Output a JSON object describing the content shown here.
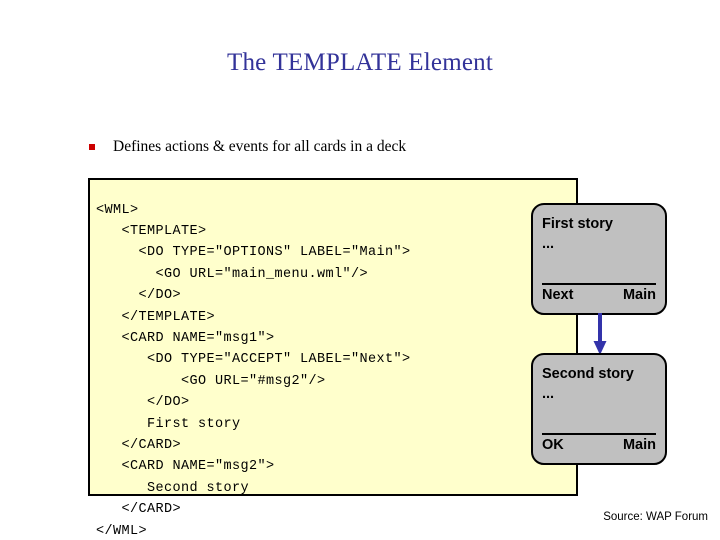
{
  "slide": {
    "title": "The TEMPLATE Element",
    "title_color": "#333399",
    "background_color": "#ffffff"
  },
  "bullet": {
    "marker": "square-bullet",
    "marker_color": "#cc0000",
    "text": "Defines actions & events for all cards in a deck"
  },
  "code_block": {
    "background_color": "#ffffcc",
    "border_color": "#000000",
    "language": "WML",
    "text": "<WML>\n   <TEMPLATE>\n     <DO TYPE=\"OPTIONS\" LABEL=\"Main\">\n       <GO URL=\"main_menu.wml\"/>\n     </DO>\n   </TEMPLATE>\n   <CARD NAME=\"msg1\">\n      <DO TYPE=\"ACCEPT\" LABEL=\"Next\">\n          <GO URL=\"#msg2\"/>\n      </DO>\n      First story\n   </CARD>\n   <CARD NAME=\"msg2\">\n      Second story\n   </CARD>\n</WML>",
    "lines": [
      "<WML>",
      "   <TEMPLATE>",
      "     <DO TYPE=\"OPTIONS\" LABEL=\"Main\">",
      "       <GO URL=\"main_menu.wml\"/>",
      "     </DO>",
      "   </TEMPLATE>",
      "   <CARD NAME=\"msg1\">",
      "      <DO TYPE=\"ACCEPT\" LABEL=\"Next\">",
      "          <GO URL=\"#msg2\"/>",
      "      </DO>",
      "      First story",
      "   </CARD>",
      "   <CARD NAME=\"msg2\">",
      "      Second story",
      "   </CARD>",
      "</WML>"
    ]
  },
  "phones": [
    {
      "screen_name": "first-story-screen",
      "title": "First story",
      "body": "...",
      "softkey_left": "Next",
      "softkey_right": "Main",
      "background_color": "#c0c0c0"
    },
    {
      "screen_name": "second-story-screen",
      "title": "Second story",
      "body": "...",
      "softkey_left": "OK",
      "softkey_right": "Main",
      "background_color": "#c0c0c0"
    }
  ],
  "arrow": {
    "icon": "arrow-down-icon",
    "color": "#3333aa",
    "direction": "down"
  },
  "footer": {
    "source": "Source: WAP Forum"
  }
}
